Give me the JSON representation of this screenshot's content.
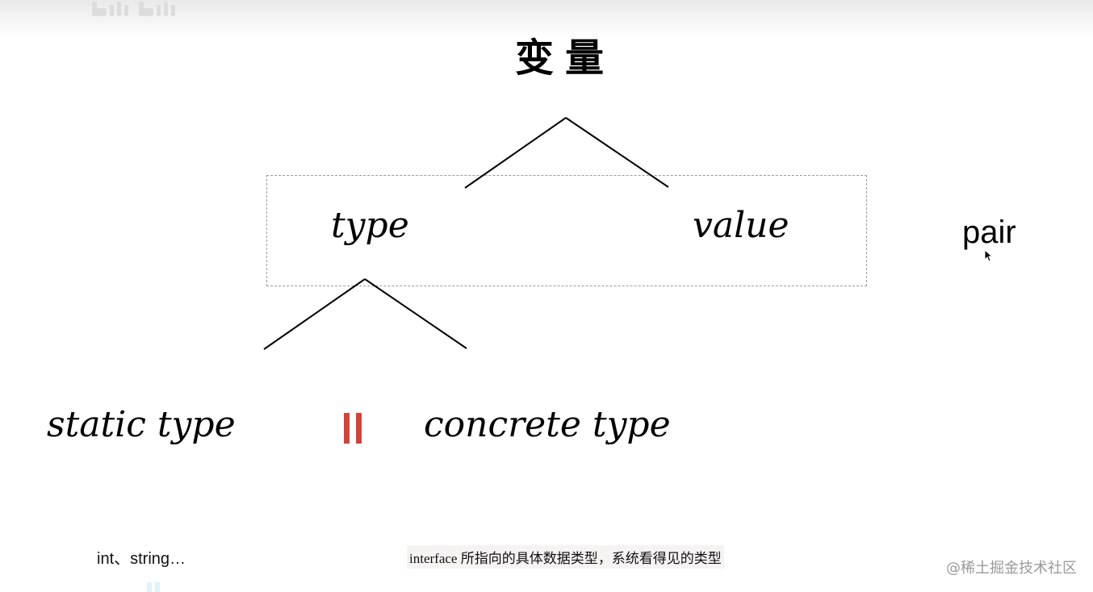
{
  "diagram": {
    "root": {
      "label": "变量"
    },
    "pair_members": [
      {
        "label": "type"
      },
      {
        "label": "value"
      }
    ],
    "pair_label": "pair",
    "type_children": [
      {
        "label": "static type",
        "caption": "int、string…"
      },
      {
        "label": "concrete type",
        "caption": "interface 所指向的具体数据类型，系统看得见的类型"
      }
    ],
    "separator": "||",
    "separator_color": "#d0443c"
  },
  "watermark": {
    "site": "@稀土掘金技术社区"
  },
  "icons": {
    "logo": "bilibili-logo-icon",
    "pointer": "mouse-pointer-icon"
  }
}
